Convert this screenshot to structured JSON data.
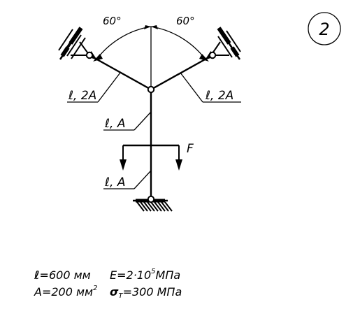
{
  "problem_number": "2",
  "angles": {
    "left": "60°",
    "right": "60°"
  },
  "labels": {
    "rod_left": "ℓ, 2A",
    "rod_right": "ℓ, 2A",
    "rod_middle": "ℓ, A",
    "rod_lower": "ℓ, A",
    "force": "F"
  },
  "given": {
    "length_symbol": "ℓ",
    "length_value": "=600 мм",
    "area_symbol": "A",
    "area_value": "=200 мм",
    "area_exp": "2",
    "modulus_prefix": "E=2·10",
    "modulus_exp": "5",
    "modulus_unit": "МПа",
    "yield_symbol": "σ",
    "yield_sub": "Т",
    "yield_value": "=300 МПа"
  }
}
